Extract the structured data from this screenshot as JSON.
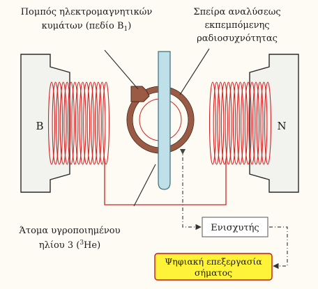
{
  "labels": {
    "emitter_line1": "Πομπός ηλεκτρομαγνητικών",
    "emitter_line2": "κυμάτων (πεδίο B",
    "emitter_subscript": "1",
    "emitter_close": ")",
    "coil_line1": "Σπείρα αναλύσεως",
    "coil_line2": "εκπεμπόμενης",
    "coil_line3": "ραδιοσυχνότητας",
    "pole_left": "B",
    "pole_right": "N",
    "atoms_line1": "Άτομα υγροποιημένου",
    "atoms_line2_pre": "ηλίου 3 (",
    "atoms_superscript": "3",
    "atoms_line2_post": "He)",
    "amplifier": "Ενισχυτής",
    "processing_line1": "Ψηφιακή επεξεργασία",
    "processing_line2": "σήματος"
  },
  "colors": {
    "background": "#fdfbf4",
    "magnet_fill": "#f2f2ef",
    "coil": "#d42222",
    "wire": "#d42222",
    "ring": "#9b5a44",
    "probe": "#bfe0e8",
    "highlight_box": "#fff33a",
    "highlight_border": "#c8161d"
  },
  "icons": [
    "down-arrow-icon",
    "right-arrow-icon",
    "left-arrow-icon"
  ]
}
